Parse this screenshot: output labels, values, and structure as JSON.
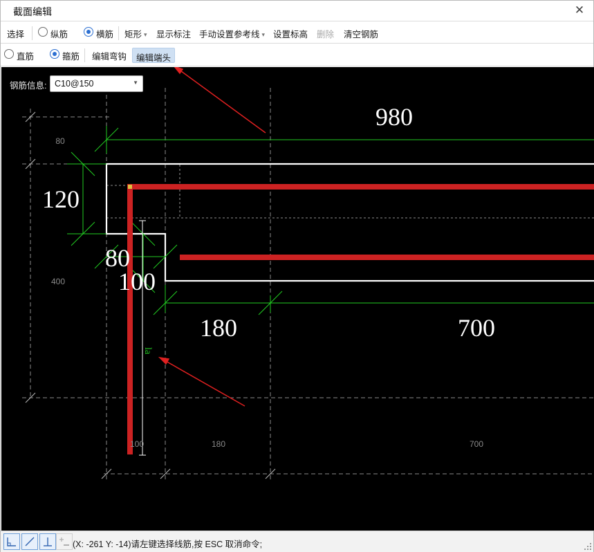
{
  "window": {
    "title": "截面编辑",
    "close_icon": "close-icon"
  },
  "toolbar1": {
    "select": "选择",
    "longitudinal": "纵筋",
    "transverse": "横筋",
    "rectangle": "矩形",
    "show_dims": "显示标注",
    "manual_ref": "手动设置参考线",
    "set_elevation": "设置标高",
    "delete": "删除",
    "clear_rebar": "清空钢筋",
    "selected_type": "横筋"
  },
  "toolbar2": {
    "straight": "直筋",
    "stirrup": "箍筋",
    "edit_hook": "编辑弯钩",
    "edit_end": "编辑端头",
    "selected_type": "箍筋",
    "active_button": "编辑端头"
  },
  "rebar_info": {
    "label": "钢筋信息:",
    "value": "C10@150"
  },
  "drawing": {
    "dims_large": {
      "top": "980",
      "left": "120",
      "d80": "80",
      "d100": "100",
      "d180": "180",
      "d700": "700"
    },
    "dims_small": {
      "d80": "80",
      "d400": "400",
      "d100": "100",
      "d180": "180",
      "d700": "700"
    },
    "anchor_label": "la",
    "colors": {
      "background": "#000000",
      "section": "#ffffff",
      "dimension": "#22cc22",
      "rebar": "#cc2222",
      "guide": "#9a9a9a",
      "annotation_arrow": "#e02020"
    }
  },
  "statusbar": {
    "message": "(X: -261 Y: -14)请左键选择线筋,按 ESC 取消命令;",
    "modes": [
      "ortho-mode-icon",
      "oblique-mode-icon",
      "perpendicular-mode-icon",
      "add-point-icon"
    ]
  }
}
